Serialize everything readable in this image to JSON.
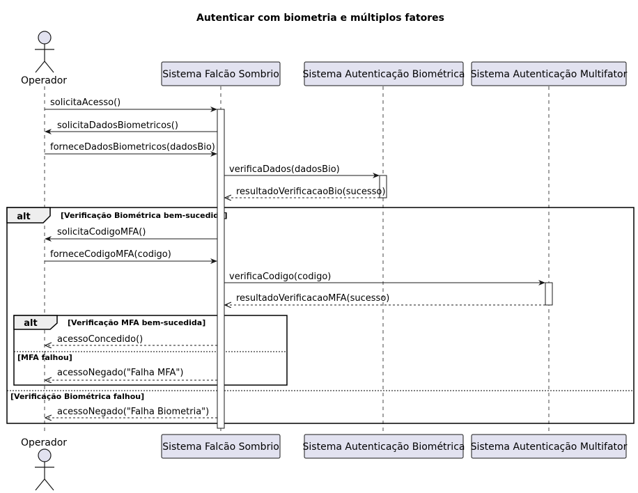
{
  "title": "Autenticar com biometria e múltiplos fatores",
  "participants": {
    "operador": "Operador",
    "falcao": "Sistema Falcão Sombrio",
    "bio": "Sistema Autenticação Biométrica",
    "mfa": "Sistema Autenticação Multifator"
  },
  "messages": {
    "m1": "solicitaAcesso()",
    "m2": "solicitaDadosBiometricos()",
    "m3": "forneceDadosBiometricos(dadosBio)",
    "m4": "verificaDados(dadosBio)",
    "m5": "resultadoVerificacaoBio(sucesso)",
    "m6": "solicitaCodigoMFA()",
    "m7": "forneceCodigoMFA(codigo)",
    "m8": "verificaCodigo(codigo)",
    "m9": "resultadoVerificacaoMFA(sucesso)",
    "m10": "acessoConcedido()",
    "m11": "acessoNegado(\"Falha MFA\")",
    "m12": "acessoNegado(\"Falha Biometria\")"
  },
  "frames": {
    "outer": {
      "tag": "alt",
      "guard": "[Verificação Biométrica bem-sucedida]",
      "else_guard": "[Verificação Biométrica falhou]"
    },
    "inner": {
      "tag": "alt",
      "guard": "[Verificação MFA bem-sucedida]",
      "else_guard": "[MFA falhou]"
    }
  },
  "colors": {
    "participant_fill": "#E2E2F0",
    "participant_stroke": "#181818",
    "activation_fill": "#FFFFFF",
    "lifeline": "#181818"
  }
}
